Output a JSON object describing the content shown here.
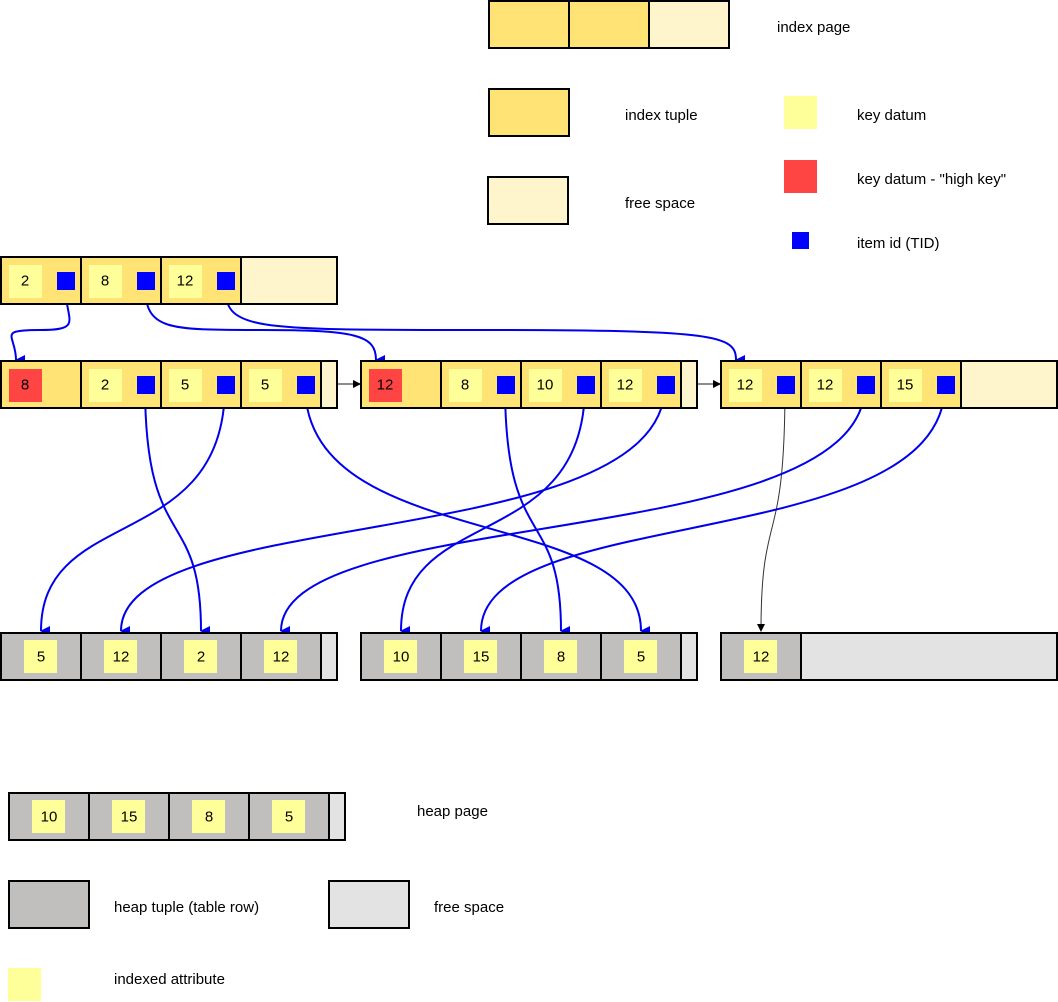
{
  "colors": {
    "index_tuple": "#FFE375",
    "index_free": "#FFF5CC",
    "key_datum": "#FFFF99",
    "high_key": "#FF4444",
    "tid": "#0000FF",
    "heap_tuple": "#C0BFBD",
    "heap_free": "#E3E3E3",
    "border": "#000000",
    "pointer": "#0000EE",
    "sibling_link": "#666666"
  },
  "legend_index": {
    "index_page": "index page",
    "index_tuple": "index tuple",
    "free_space": "free space",
    "key_datum": "key datum",
    "high_key": "key datum - \"high key\"",
    "item_id": "item id (TID)"
  },
  "legend_heap": {
    "heap_page": "heap page",
    "heap_page_example": [
      "10",
      "15",
      "8",
      "5"
    ],
    "heap_tuple": "heap tuple (table row)",
    "free_space": "free space",
    "indexed_attribute": "indexed attribute"
  },
  "root_page": {
    "keys": [
      "2",
      "8",
      "12"
    ],
    "children": [
      0,
      1,
      2
    ]
  },
  "leaf_pages": [
    {
      "high_key": "8",
      "keys": [
        "2",
        "5",
        "5"
      ],
      "heap_targets": [
        [
          0,
          2
        ],
        [
          0,
          0
        ],
        [
          1,
          3
        ]
      ]
    },
    {
      "high_key": "12",
      "keys": [
        "8",
        "10",
        "12"
      ],
      "heap_targets": [
        [
          1,
          2
        ],
        [
          1,
          0
        ],
        [
          0,
          1
        ]
      ]
    },
    {
      "high_key": null,
      "keys": [
        "12",
        "12",
        "15"
      ],
      "heap_targets": [
        [
          2,
          0
        ],
        [
          0,
          3
        ],
        [
          1,
          1
        ]
      ]
    }
  ],
  "heap_pages": [
    {
      "values": [
        "5",
        "12",
        "2",
        "12"
      ]
    },
    {
      "values": [
        "10",
        "15",
        "8",
        "5"
      ]
    },
    {
      "values": [
        "12"
      ]
    }
  ]
}
